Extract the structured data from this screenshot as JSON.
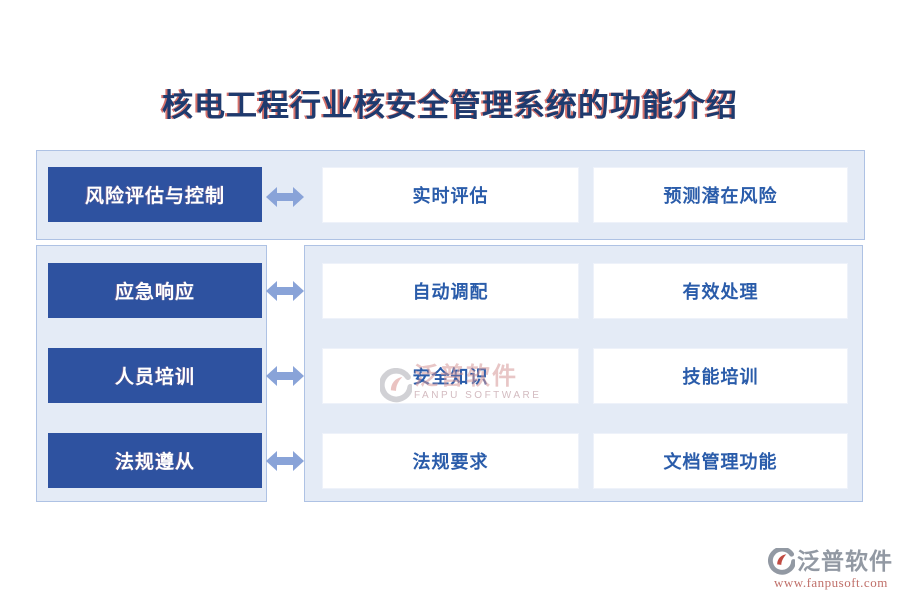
{
  "title": {
    "text": "核电工程行业核安全管理系统的功能介绍"
  },
  "diagram": {
    "rows": [
      {
        "label": "风险评估与控制",
        "items": [
          "实时评估",
          "预测潜在风险"
        ]
      },
      {
        "label": "应急响应",
        "items": [
          "自动调配",
          "有效处理"
        ]
      },
      {
        "label": "人员培训",
        "items": [
          "安全知识",
          "技能培训"
        ]
      },
      {
        "label": "法规遵从",
        "items": [
          "法规要求",
          "文档管理功能"
        ]
      }
    ]
  },
  "watermark": {
    "brand": "泛普软件",
    "brand_en": "FANPU SOFTWARE"
  },
  "footer": {
    "brand": "泛普软件",
    "url": "www.fanpusoft.com"
  },
  "icons": {
    "double_arrow": "double-arrow-icon",
    "brand_logo": "fanpu-logo-icon"
  },
  "colors": {
    "node_button_bg": "#2e52a0",
    "panel_bg": "#e4ebf6",
    "panel_border": "#aec2e4",
    "arrow": "#89a3d8",
    "feature_text": "#2a5caa",
    "title_text": "#1e3a6e",
    "title_fringe": "#c0261c",
    "footer_brand": "#9299a3",
    "footer_url": "#c0706a"
  }
}
